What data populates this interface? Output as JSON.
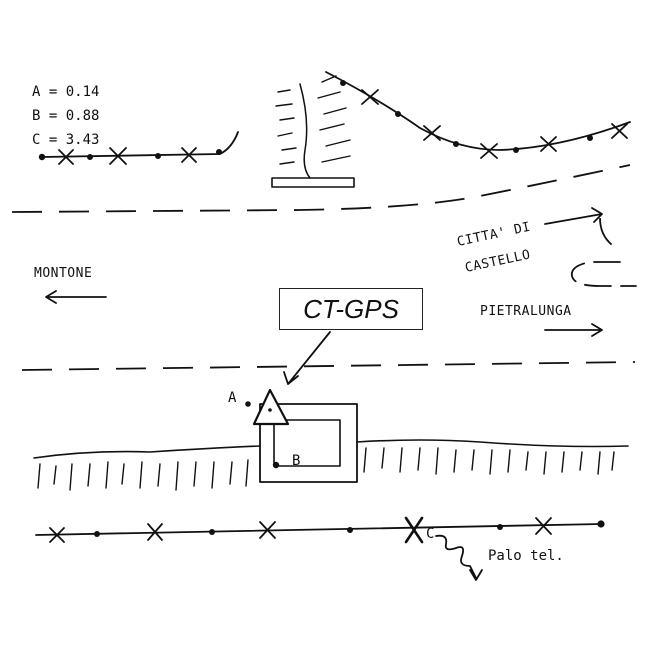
{
  "measurements": [
    {
      "label": "A",
      "value": "0.14"
    },
    {
      "label": "B",
      "value": "0.88"
    },
    {
      "label": "C",
      "value": "3.43"
    }
  ],
  "station_label": "CT-GPS",
  "directions": {
    "left": "MONTONE",
    "right": "PIETRALUNGA",
    "upper_right_line1": "CITTA' DI",
    "upper_right_line2": "CASTELLO"
  },
  "points": {
    "a": "A",
    "b": "B",
    "c": "C"
  },
  "pole_label": "Palo tel.",
  "colors": {
    "ink": "#111111",
    "paper": "#ffffff"
  }
}
